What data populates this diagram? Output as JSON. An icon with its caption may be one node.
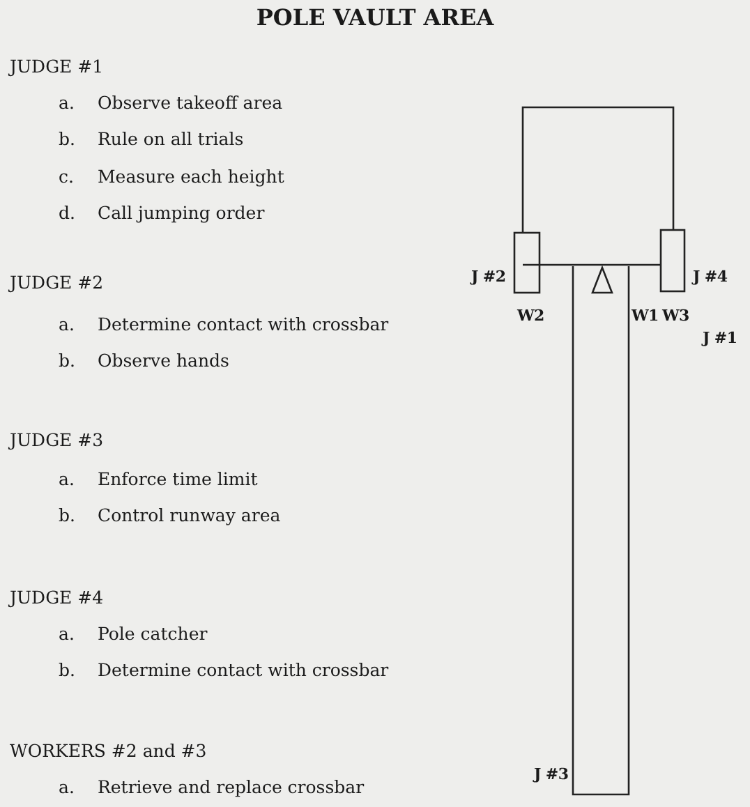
{
  "diagram": {
    "title": "POLE VAULT AREA",
    "labels": [
      "JUDGE #1",
      "a.",
      "Observe takeoff area",
      "b.",
      "Rule on all trials",
      "c.",
      "Measure each height",
      "d.",
      "Call jumping order",
      "J #2",
      "J #4",
      "W2",
      "W1",
      "W3",
      "J #1",
      "JUDGE #2",
      "a.",
      "Determine contact with crossbar",
      "b.",
      "Observe hands",
      "JUDGE #3",
      "a.",
      "Enforce time limit",
      "b.",
      "Control runway area",
      "JUDGE #4",
      "a.",
      "Pole catcher",
      "b.",
      "Determine contact with crossbar",
      "J #3",
      "WORKERS #2 and #3",
      "a.",
      "Retrieve and replace crossbar"
    ]
  }
}
